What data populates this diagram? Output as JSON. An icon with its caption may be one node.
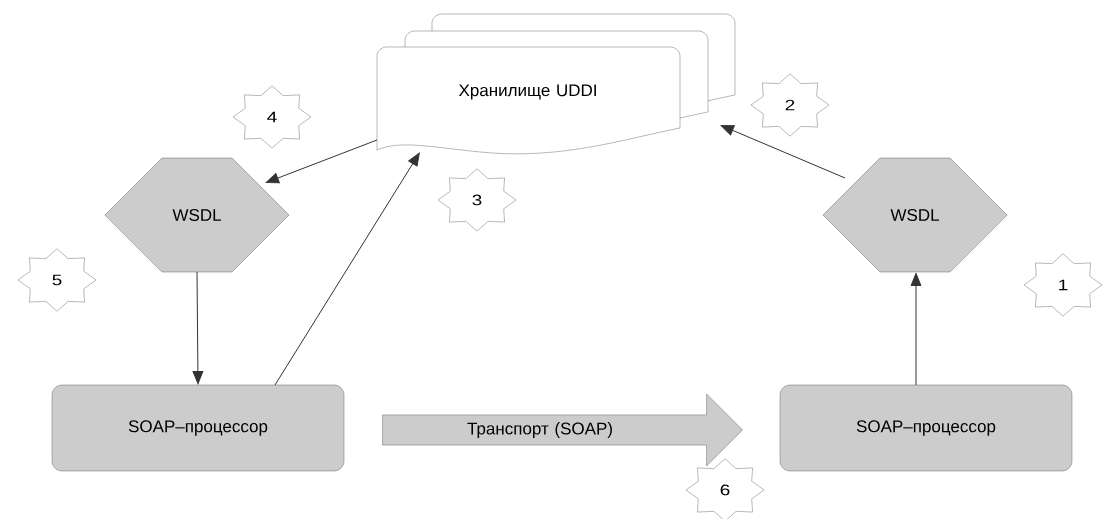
{
  "diagram": {
    "nodes": [
      {
        "text": [
          "Хранилище UDDI"
        ]
      },
      {
        "text": [
          "4"
        ]
      },
      {
        "text": [
          "2"
        ]
      },
      {
        "text": [
          "WSDL"
        ]
      },
      {
        "text": [
          "3"
        ]
      },
      {
        "text": [
          "WSDL"
        ]
      },
      {
        "text": [
          "5"
        ]
      },
      {
        "text": [
          "1"
        ]
      },
      {
        "text": [
          "SOAP–процессор"
        ]
      },
      {
        "text": [
          "Транспорт (SOAP)"
        ]
      },
      {
        "text": [
          "SOAP–процессор"
        ]
      },
      {
        "text": [
          "6"
        ]
      }
    ],
    "edges": [
      {
        "from": 0,
        "to": 3,
        "arrow": "to"
      },
      {
        "from": 8,
        "to": 0,
        "arrow": "to"
      },
      {
        "from": 5,
        "to": 0,
        "arrow": "to"
      },
      {
        "from": 3,
        "to": 8,
        "arrow": "to"
      },
      {
        "from": 10,
        "to": 5,
        "arrow": "to"
      }
    ]
  }
}
